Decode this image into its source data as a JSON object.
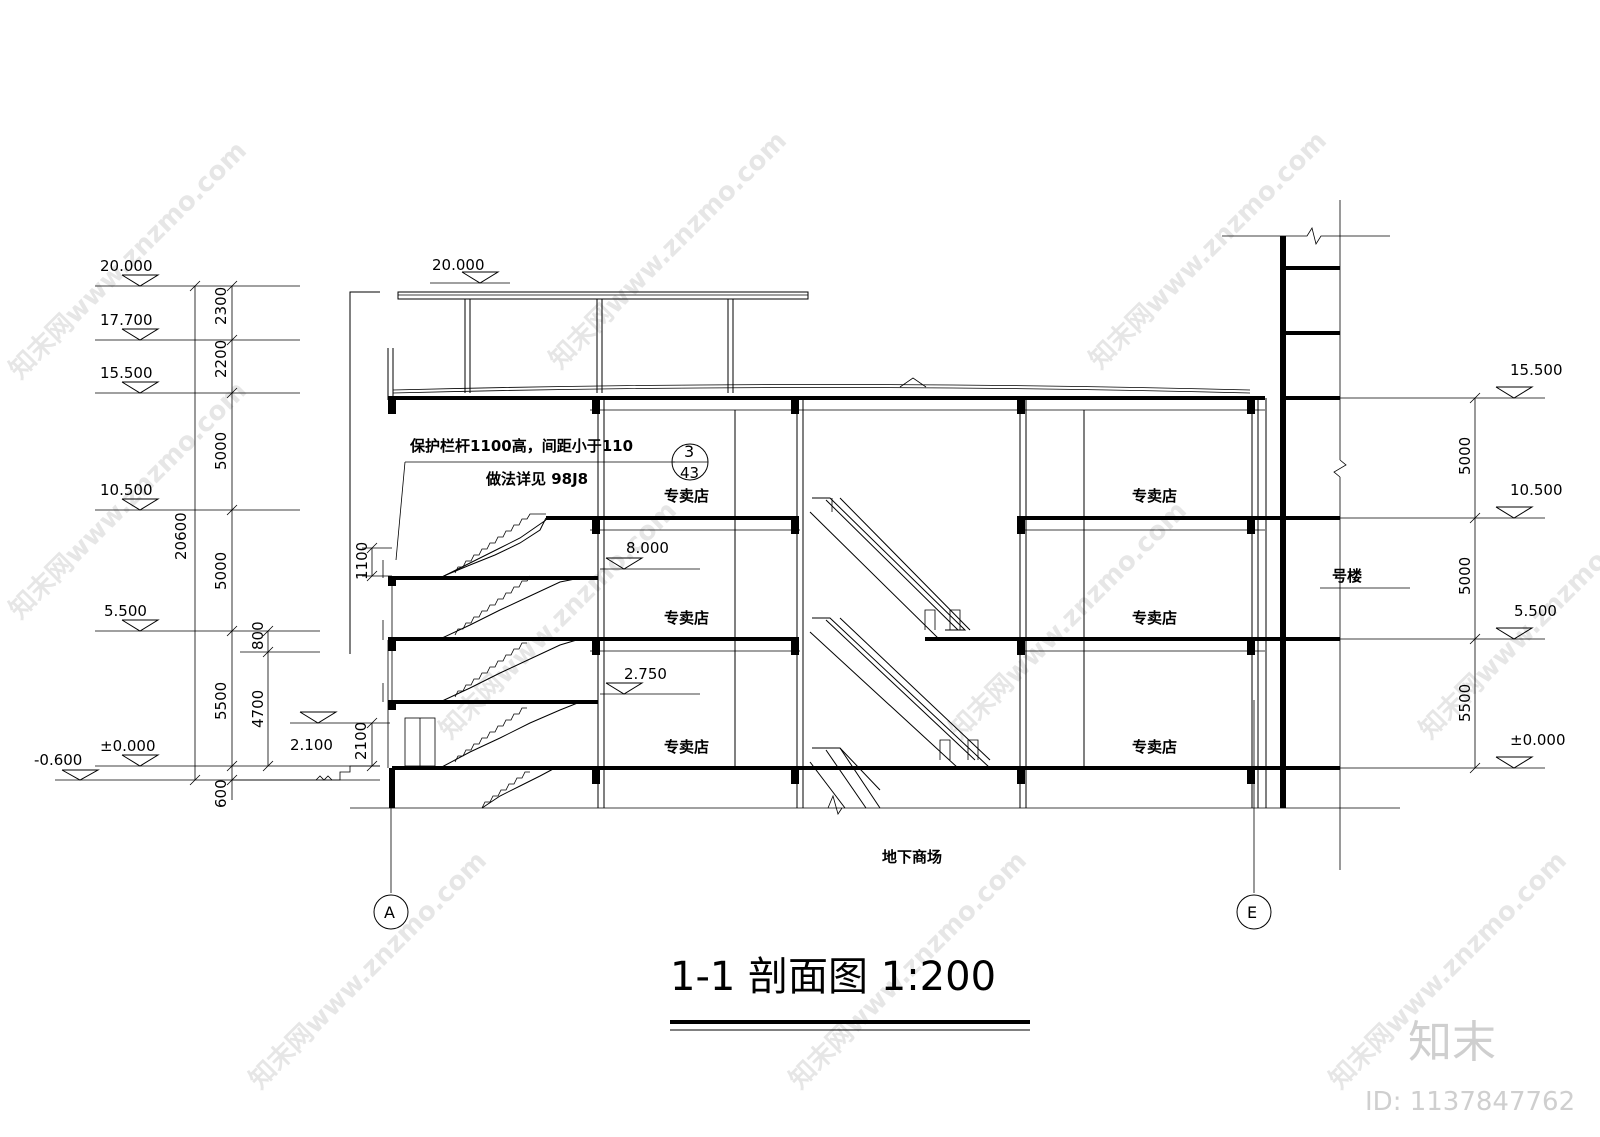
{
  "drawing": {
    "title": "1-1 剖面图 1:200",
    "note_line1": "保护栏杆1100高，间距小于110",
    "note_line2": "做法详见 98J8",
    "detail_ref": {
      "number": "3",
      "sheet": "43"
    },
    "grid_axes": [
      "A",
      "E"
    ],
    "left_elevations": [
      "20.000",
      "17.700",
      "15.500",
      "10.500",
      "5.500",
      "±0.000",
      "-0.600"
    ],
    "left_dimensions": [
      "2300",
      "2200",
      "5000",
      "5000",
      "5500",
      "600"
    ],
    "overall_height": "20600",
    "inner_dimensions": [
      "800",
      "4700",
      "2100",
      "1100"
    ],
    "canopy_elevation": "20.000",
    "ramp_elevations": [
      "8.000",
      "2.750",
      "2.100"
    ],
    "right_elevations": [
      "15.500",
      "10.500",
      "5.500",
      "±0.000"
    ],
    "right_dimensions": [
      "5000",
      "5000",
      "5500"
    ],
    "room_label": "专卖店",
    "adjacent_label": "号楼",
    "basement_label": "地下商场"
  },
  "branding": {
    "watermark": "知末网www.znzmo.com",
    "logo": "知末",
    "id_label": "ID: 1137847762"
  }
}
